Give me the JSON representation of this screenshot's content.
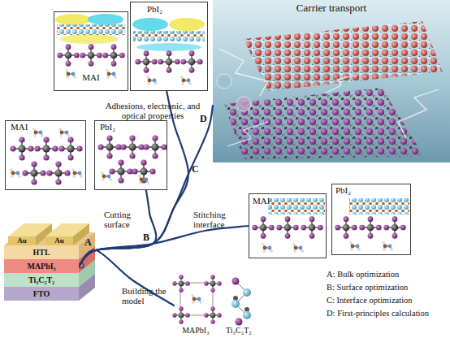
{
  "diagram": {
    "nodes": [
      {
        "text": [
          "MAI"
        ]
      },
      {
        "text": [
          "PbI₂"
        ]
      },
      {
        "text": [
          "Carrier transport"
        ]
      },
      {
        "text": [
          "MAI"
        ]
      },
      {
        "text": [
          "PbI₂"
        ]
      },
      {
        "text": [
          "MAI"
        ]
      },
      {
        "text": [
          "PbI₂"
        ]
      },
      {
        "text": [
          "Au"
        ]
      },
      {
        "text": [
          "Au"
        ]
      },
      {
        "text": [
          "HTL"
        ]
      },
      {
        "text": [
          "MAPbI₃"
        ]
      },
      {
        "text": [
          "Ti₃C₂T₂"
        ]
      },
      {
        "text": [
          "FTO"
        ]
      },
      {
        "text": [
          "MAPbI₃",
          "Ti₃C₂T₂"
        ]
      }
    ],
    "edges": [
      {
        "from": 10,
        "to": 13,
        "arrow": "none"
      },
      {
        "from": 10,
        "to": 4,
        "arrow": "none"
      },
      {
        "from": 10,
        "to": 5,
        "arrow": "none"
      },
      {
        "from": 10,
        "to": 1,
        "arrow": "none"
      },
      {
        "from": 10,
        "to": 2,
        "arrow": "none"
      }
    ],
    "labels": [
      "Adhesions, electronic, and optical properties",
      "D",
      "C",
      "Cutting surface",
      "B",
      "Stitching interface",
      "A",
      "Building the model",
      "A: Bulk optimization",
      "B: Surface optimization",
      "C: Interface optimization",
      "D: First-principles calculation"
    ]
  }
}
